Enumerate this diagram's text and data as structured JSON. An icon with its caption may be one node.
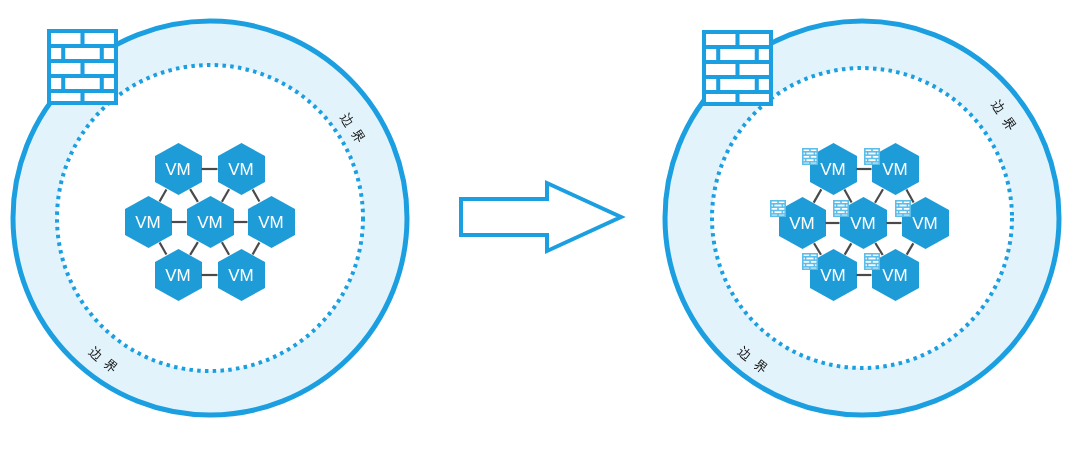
{
  "diagram": {
    "nodes": [
      {
        "text": [
          "边界",
          "边界"
        ]
      },
      {
        "text": [
          "VM"
        ],
        "in": 0
      },
      {
        "text": [
          "VM"
        ],
        "in": 0
      },
      {
        "text": [
          "VM"
        ],
        "in": 0
      },
      {
        "text": [
          "VM"
        ],
        "in": 0
      },
      {
        "text": [
          "VM"
        ],
        "in": 0
      },
      {
        "text": [
          "VM"
        ],
        "in": 0
      },
      {
        "text": [
          "VM"
        ],
        "in": 0
      },
      {
        "text": [
          "边界",
          "边界"
        ]
      },
      {
        "text": [
          "VM"
        ],
        "in": 8
      },
      {
        "text": [
          "VM"
        ],
        "in": 8
      },
      {
        "text": [
          "VM"
        ],
        "in": 8
      },
      {
        "text": [
          "VM"
        ],
        "in": 8
      },
      {
        "text": [
          "VM"
        ],
        "in": 8
      },
      {
        "text": [
          "VM"
        ],
        "in": 8
      },
      {
        "text": [
          "VM"
        ],
        "in": 8
      }
    ],
    "edges": [
      {
        "from": 1,
        "to": 2,
        "arrow": "none"
      },
      {
        "from": 1,
        "to": 3,
        "arrow": "none"
      },
      {
        "from": 1,
        "to": 4,
        "arrow": "none"
      },
      {
        "from": 2,
        "to": 4,
        "arrow": "none"
      },
      {
        "from": 2,
        "to": 5,
        "arrow": "none"
      },
      {
        "from": 3,
        "to": 4,
        "arrow": "none"
      },
      {
        "from": 4,
        "to": 5,
        "arrow": "none"
      },
      {
        "from": 3,
        "to": 6,
        "arrow": "none"
      },
      {
        "from": 4,
        "to": 6,
        "arrow": "none"
      },
      {
        "from": 4,
        "to": 7,
        "arrow": "none"
      },
      {
        "from": 5,
        "to": 7,
        "arrow": "none"
      },
      {
        "from": 6,
        "to": 7,
        "arrow": "none"
      },
      {
        "from": 0,
        "to": 8,
        "arrow": "to",
        "style": "thick",
        "color": "#1b9fe0"
      },
      {
        "from": 9,
        "to": 10,
        "arrow": "none"
      },
      {
        "from": 9,
        "to": 11,
        "arrow": "none"
      },
      {
        "from": 9,
        "to": 12,
        "arrow": "none"
      },
      {
        "from": 10,
        "to": 12,
        "arrow": "none"
      },
      {
        "from": 10,
        "to": 13,
        "arrow": "none"
      },
      {
        "from": 11,
        "to": 12,
        "arrow": "none"
      },
      {
        "from": 12,
        "to": 13,
        "arrow": "none"
      },
      {
        "from": 11,
        "to": 14,
        "arrow": "none"
      },
      {
        "from": 12,
        "to": 14,
        "arrow": "none"
      },
      {
        "from": 12,
        "to": 15,
        "arrow": "none"
      },
      {
        "from": 13,
        "to": 15,
        "arrow": "none"
      },
      {
        "from": 14,
        "to": 15,
        "arrow": "none"
      }
    ]
  }
}
